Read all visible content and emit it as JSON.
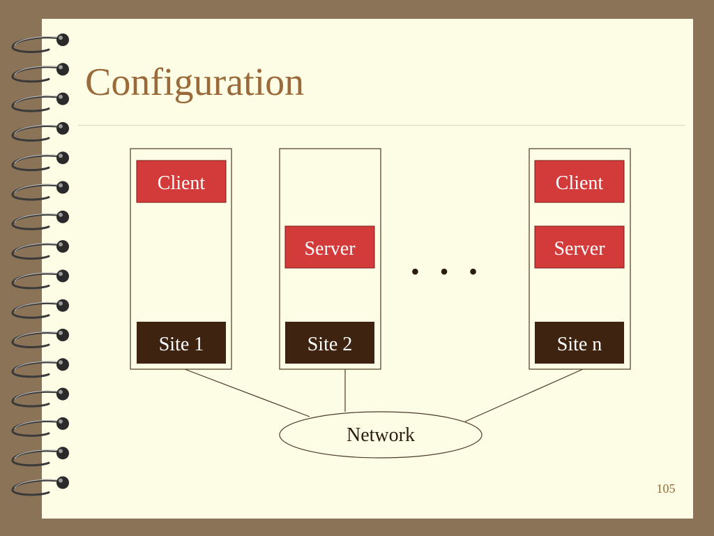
{
  "slide": {
    "title": "Configuration",
    "page_number": "105"
  },
  "diagram": {
    "sites": [
      {
        "label": "Site 1",
        "components": [
          "Client"
        ]
      },
      {
        "label": "Site 2",
        "components": [
          "Server"
        ]
      },
      {
        "label": "Site n",
        "components": [
          "Client",
          "Server"
        ]
      }
    ],
    "ellipsis": "• • •",
    "network_label": "Network"
  },
  "colors": {
    "background": "#8b7357",
    "slide": "#fdfce4",
    "title": "#9a6a3a",
    "component_fill": "#d33a3a",
    "site_fill": "#3e2410",
    "line": "#4a3a22"
  },
  "icons": {
    "binding": "spiral-binding-icon"
  }
}
